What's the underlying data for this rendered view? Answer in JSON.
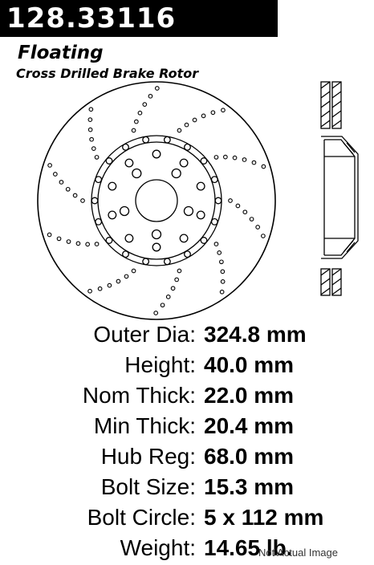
{
  "header": {
    "part_number": "128.33116",
    "type": "Floating",
    "description": "Cross Drilled Brake Rotor"
  },
  "specs": [
    {
      "label": "Outer Dia:",
      "value": "324.8 mm"
    },
    {
      "label": "Height:",
      "value": "40.0 mm"
    },
    {
      "label": "Nom Thick:",
      "value": "22.0 mm"
    },
    {
      "label": "Min Thick:",
      "value": "20.4 mm"
    },
    {
      "label": "Hub Reg:",
      "value": "68.0 mm"
    },
    {
      "label": "Bolt Size:",
      "value": "15.3 mm"
    },
    {
      "label": "Bolt Circle:",
      "value": "5 x 112 mm"
    },
    {
      "label": "Weight:",
      "value": "14.65 lb."
    }
  ],
  "disclaimer": "Not Actual Image",
  "drawing": {
    "bolt_count": 5,
    "colors": {
      "line": "#000000",
      "background": "#ffffff",
      "banner": "#000000",
      "banner_text": "#ffffff"
    }
  }
}
